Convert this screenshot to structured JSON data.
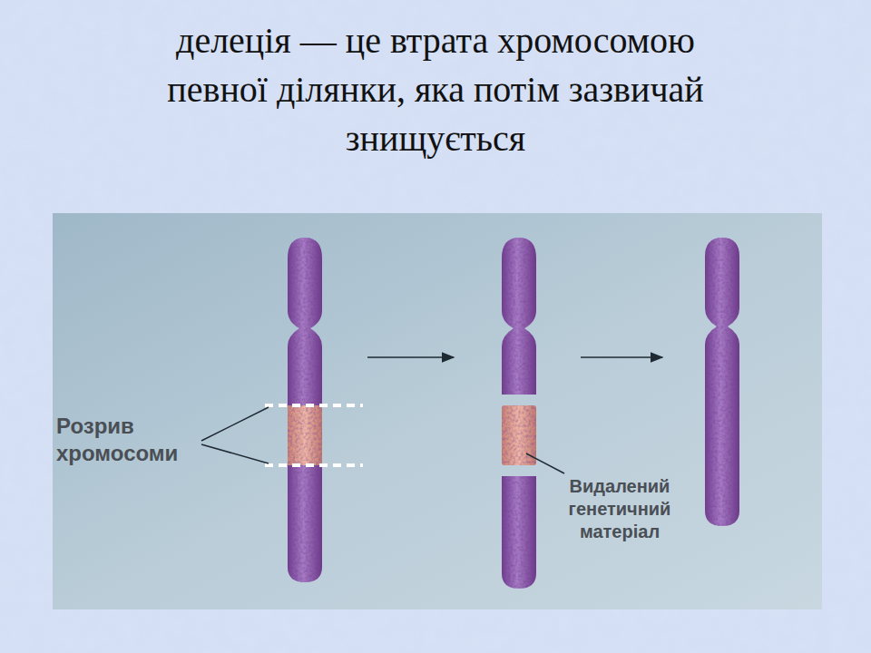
{
  "diagram": {
    "title": "делеція — це втрата хромосомою певної ділянки, яка потім зазвичай знищується",
    "labels": [
      "Розрив хромосоми",
      "Видалений генетичний матеріал"
    ]
  }
}
